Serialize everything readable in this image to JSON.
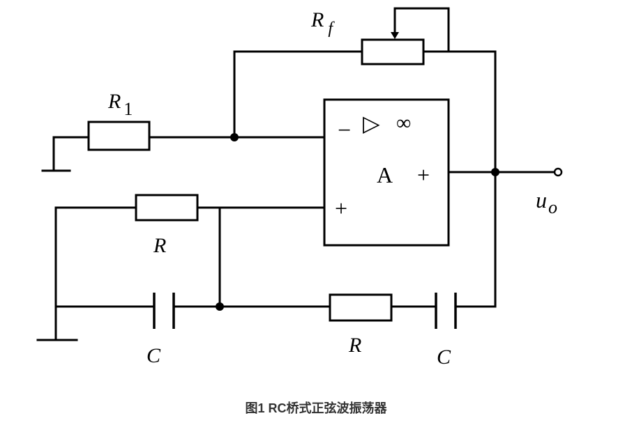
{
  "diagram": {
    "type": "circuit",
    "title": "RC bridge sine-wave oscillator",
    "components": {
      "rf": {
        "label": "R",
        "subscript": "f",
        "kind": "potentiometer"
      },
      "r1": {
        "label": "R",
        "subscript": "1",
        "kind": "resistor"
      },
      "r_shunt": {
        "label": "R",
        "kind": "resistor"
      },
      "r_series": {
        "label": "R",
        "kind": "resistor"
      },
      "c_shunt": {
        "label": "C",
        "kind": "capacitor"
      },
      "c_series": {
        "label": "C",
        "kind": "capacitor"
      },
      "opamp": {
        "gain_label": "A",
        "symbol": "▷",
        "infinity": "∞",
        "inverting": "−",
        "non_inverting": "+",
        "output_sign": "+"
      }
    },
    "output": {
      "label": "u",
      "subscript": "o"
    }
  },
  "caption": "图1 RC桥式正弦波振荡器"
}
